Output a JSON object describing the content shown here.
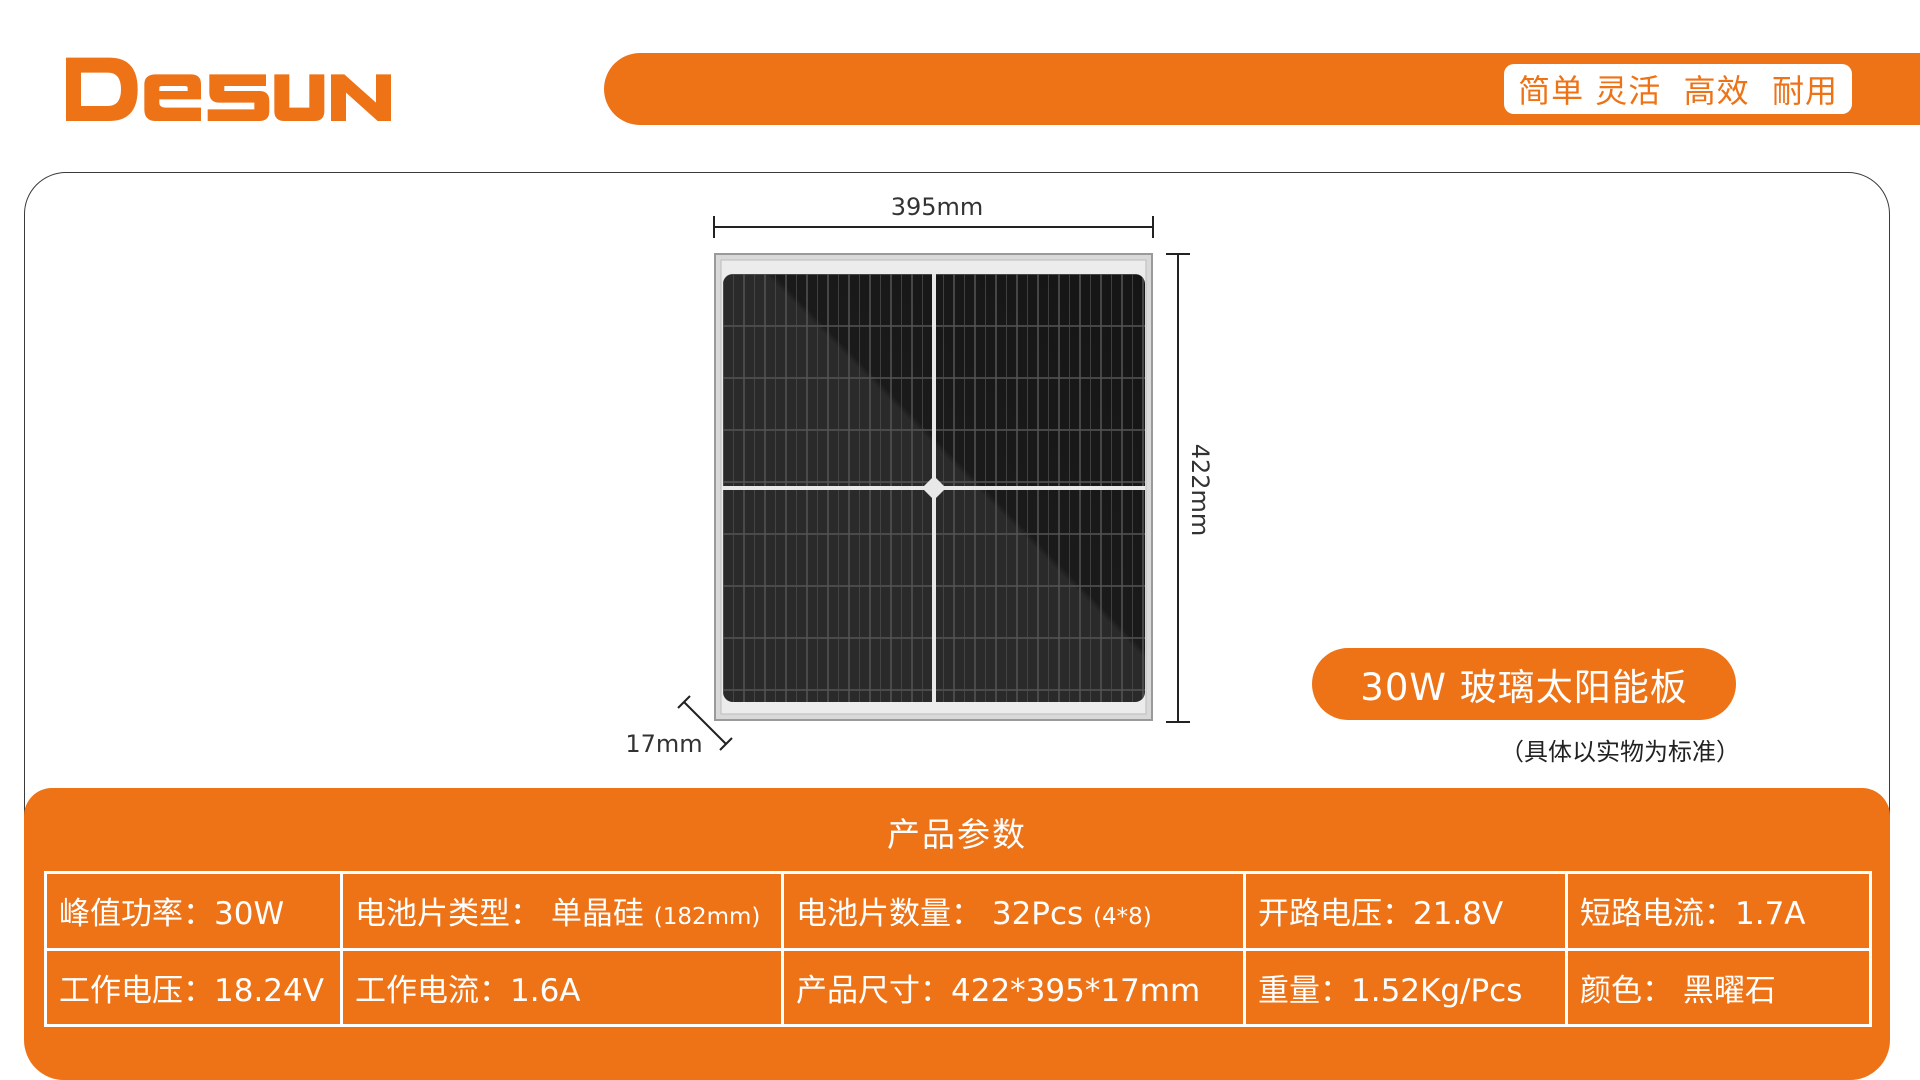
{
  "brand": {
    "logo_text": "DeSUN",
    "color": "#ee7216"
  },
  "header": {
    "slogan": "简单 灵活  高效  耐用"
  },
  "product": {
    "dims": {
      "width": "395mm",
      "height": "422mm",
      "thickness": "17mm"
    },
    "name": "30W 玻璃太阳能板",
    "note": "（具体以实物为标准）"
  },
  "params": {
    "title": "产品参数",
    "rows": [
      [
        {
          "text": "峰值功率：30W",
          "small": ""
        },
        {
          "text": "电池片类型： 单晶硅 ",
          "small": "(182mm)"
        },
        {
          "text": "电池片数量： 32Pcs ",
          "small": "(4*8)"
        },
        {
          "text": "开路电压：21.8V",
          "small": ""
        },
        {
          "text": "短路电流：1.7A",
          "small": ""
        }
      ],
      [
        {
          "text": "工作电压：18.24V",
          "small": ""
        },
        {
          "text": "工作电流：1.6A",
          "small": ""
        },
        {
          "text": "产品尺寸：422*395*17mm",
          "small": ""
        },
        {
          "text": "重量：1.52Kg/Pcs",
          "small": ""
        },
        {
          "text": "颜色：  黑曜石",
          "small": ""
        }
      ]
    ]
  }
}
